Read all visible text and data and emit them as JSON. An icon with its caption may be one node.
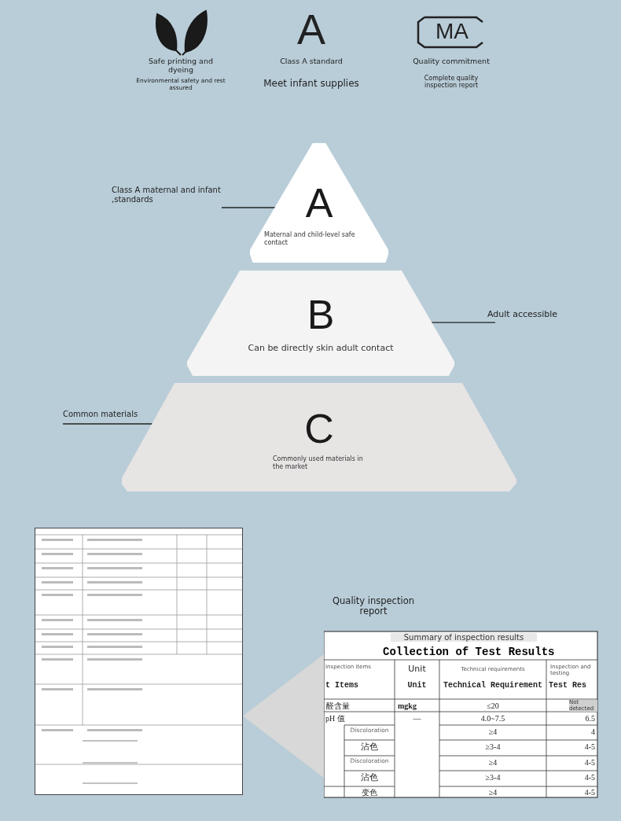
{
  "diagram": {
    "nodes": [
      {
        "text": [
          "Class A maternal and infant ,standards"
        ]
      },
      {
        "text": [
          "A",
          "Maternal and child-level safe contact"
        ]
      },
      {
        "text": [
          "B",
          "Can be directly skin adult contact"
        ]
      },
      {
        "text": [
          "Adult accessible"
        ]
      },
      {
        "text": [
          "Common materials"
        ]
      },
      {
        "text": [
          "C",
          "Commonly used materials in the market"
        ]
      },
      {
        "text": [],
        "shape": "picture"
      },
      {
        "text": [
          "Quality inspection report",
          "Summary of inspection results",
          "Collection of Test Results"
        ]
      }
    ],
    "edges": [
      {
        "from": 0,
        "to": 1,
        "arrow": "none"
      },
      {
        "from": 3,
        "to": 2,
        "arrow": "none"
      },
      {
        "from": 4,
        "to": 5,
        "arrow": "none"
      },
      {
        "from": 7,
        "to": 6,
        "arrow": "to"
      }
    ],
    "labels": [
      "Safe printing and dyeing",
      "Environmental safety and rest assured",
      "A",
      "Class A standard",
      "Meet infant supplies",
      "MA",
      "Quality commitment",
      "Complete quality inspection report",
      "Inspection items",
      "t Items",
      "Unit",
      "Unit",
      "Technical requirements",
      "Technical Requirement",
      "Inspection and testing",
      "Test Res",
      "醛含量",
      "mgkg",
      "≤20",
      "Not detected",
      "pH 值",
      "—",
      "4.0~7.5",
      "6.5",
      "Discoloration",
      "≥4",
      "4",
      "沾色",
      "≥3-4",
      "4-5",
      "Discoloration",
      "≥4",
      "4-5",
      "沾色",
      "≥3-4",
      "4-5",
      "变色",
      "≥4",
      "4-5"
    ]
  }
}
